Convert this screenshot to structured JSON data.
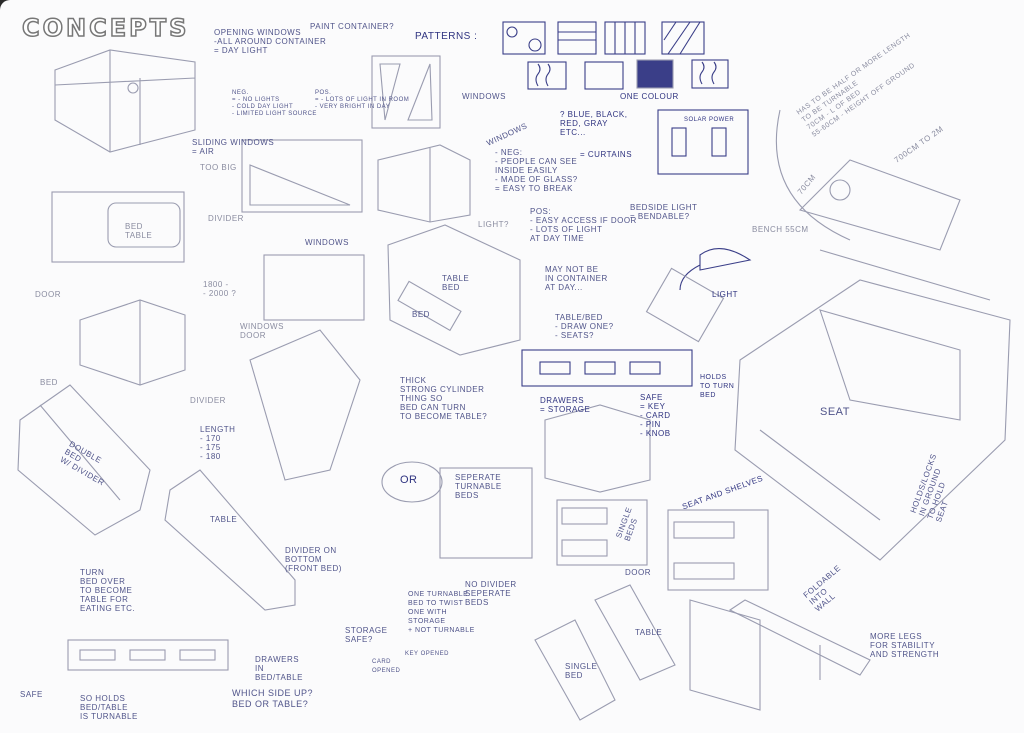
{
  "title": "CONCEPTS",
  "colors": {
    "ink": "#3a3e88",
    "pencil": "#9a9cb0",
    "paper": "#fbfbfc"
  },
  "notes": {
    "opening_windows": "OPENING WINDOWS\n-ALL AROUND CONTAINER\n= DAY LIGHT",
    "paint_container": "PAINT CONTAINER?",
    "patterns": "PATTERNS :",
    "one_colour": "ONE COLOUR",
    "colours": "? BLUE, BLACK,\nRED, GRAY\nETC...",
    "curtains": "= CURTAINS",
    "solar_power": "SOLAR POWER",
    "windows_1": "WINDOWS",
    "windows_2": "WINDOWS",
    "windows_3": "WINDOWS",
    "sliding_windows": "SLIDING WINDOWS\n= AIR",
    "too_big": "TOO BIG",
    "neg_small": "NEG.\n= - NO LIGHTS\n- COLD DAY LIGHT\n- LIMITED LIGHT SOURCE",
    "pos_big": "POS.\n= - LOTS OF LIGHT IN ROOM\n- VERY BRIGHT IN DAY",
    "neg_windows": "- NEG:\n- PEOPLE CAN SEE\nINSIDE EASILY\n- MADE OF GLASS?\n= EASY TO BREAK",
    "pos_windows": "POS:\n- EASY ACCESS IF DOOR\n- LOTS OF LIGHT\nAT DAY TIME",
    "may_not_be": "MAY NOT BE\nIN CONTAINER\nAT DAY...",
    "light_q": "LIGHT?",
    "bedside_light": "BEDSIDE LIGHT\n= BENDABLE?",
    "light": "LIGHT",
    "half_length": "HAS TO BE HALF OR MORE LENGTH\nTO BE TURNABLE\n70cm - L OF BED\n55-60cm - height off ground",
    "length_range": "700cm to 2m",
    "width_70": "70cm",
    "bench": "BENCH 55cm",
    "divider_1": "DIVIDER",
    "bed_table": "BED\nTABLE",
    "door_1": "DOOR",
    "size_range": "1800 -\n- 2000 ?",
    "windows_door": "WINDOWS\nDOOR",
    "table_bed": "TABLE\nBED",
    "bed_1": "BED",
    "table_bed_q": "TABLE/BED\n- DRAW ONE?\n- SEATS?",
    "bed_2": "BED",
    "divider_2": "DIVIDER",
    "length": "LENGTH\n- 170\n- 175\n- 180",
    "thick_cylinder": "THICK\nSTRONG CYLINDER\nTHING SO\nBED CAN TURN\nTO BECOME TABLE?",
    "double_bed": "DOUBLE\nBED\nW/ DIVIDER",
    "drawers_storage": "DRAWERS\n= STORAGE",
    "safe": "SAFE\n= KEY\n- CARD\n- PIN\n- KNOB",
    "holds_turn": "HOLDS\nTO TURN\nBED",
    "seat": "SEAT",
    "holds_locks": "HOLDS/LOCKS\nIN GROUND\nTO HOLD\nSEAT",
    "or": "OR",
    "separate_beds": "SEPERATE\nTURNABLE\nBEDS",
    "table_1": "TABLE",
    "divider_bottom": "DIVIDER ON\nBOTTOM\n(FRONT BED)",
    "single_beds": "SINGLE\nBEDS",
    "door_2": "DOOR",
    "seat_shelves": "SEAT AND SHELVES",
    "turn_bed_over": "TURN\nBED OVER\nTO BECOME\nTABLE FOR\nEATING ETC.",
    "no_divider": "NO DIVIDER\nSEPERATE\nBEDS",
    "one_turnable": "ONE TURNABLE\nBED TO TWIST\nONE WITH\nSTORAGE\n+ NOT TURNABLE",
    "foldable": "FOLDABLE\nINTO\nWALL",
    "storage_safe": "STORAGE\nSAFE?",
    "key_opened": "KEY OPENED",
    "card_opened": "CARD\nOPENED",
    "drawers_in_bed": "DRAWERS\nIN\nBED/TABLE",
    "which_side": "WHICH SIDE UP?\nBED OR TABLE?",
    "safe_2": "SAFE",
    "so_holds": "SO HOLDS\nBED/TABLE\nIS TURNABLE",
    "more_legs": "MORE LEGS\nFOR STABILITY\nAND STRENGTH",
    "table_2": "TABLE",
    "single_bed": "SINGLE\nBED"
  }
}
